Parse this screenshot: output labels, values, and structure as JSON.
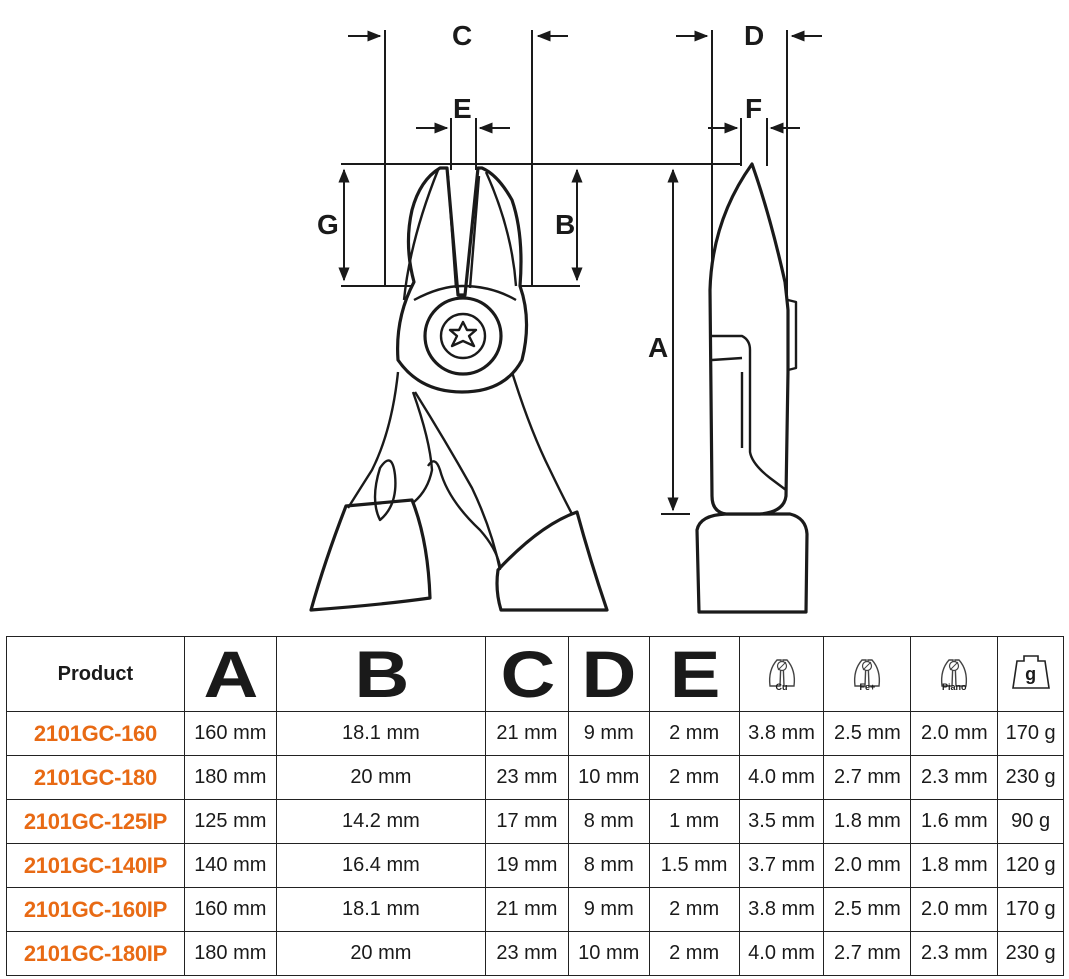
{
  "dimension_labels": {
    "A": "A",
    "B": "B",
    "C": "C",
    "D": "D",
    "E": "E",
    "F": "F",
    "G": "G"
  },
  "table": {
    "headers": {
      "product": "Product",
      "A": "A",
      "B": "B",
      "C": "C",
      "D": "D",
      "E": "E",
      "cu_icon": "cutting-copper-wire-icon",
      "cu_label": "Cu",
      "fe_icon": "cutting-iron-wire-icon",
      "fe_label": "Fe+",
      "piano_icon": "cutting-piano-wire-icon",
      "piano_label": "Piano",
      "weight_icon": "weight-icon",
      "weight_label": "g"
    },
    "rows": [
      {
        "product": "2101GC-160",
        "A": "160 mm",
        "B": "18.1 mm",
        "C": "21 mm",
        "D": "9 mm",
        "E": "2 mm",
        "cu": "3.8 mm",
        "fe": "2.5 mm",
        "piano": "2.0 mm",
        "weight": "170 g"
      },
      {
        "product": "2101GC-180",
        "A": "180 mm",
        "B": "20 mm",
        "C": "23 mm",
        "D": "10 mm",
        "E": "2 mm",
        "cu": "4.0 mm",
        "fe": "2.7 mm",
        "piano": "2.3 mm",
        "weight": "230 g"
      },
      {
        "product": "2101GC-125IP",
        "A": "125 mm",
        "B": "14.2 mm",
        "C": "17 mm",
        "D": "8 mm",
        "E": "1 mm",
        "cu": "3.5 mm",
        "fe": "1.8 mm",
        "piano": "1.6 mm",
        "weight": "90 g"
      },
      {
        "product": "2101GC-140IP",
        "A": "140 mm",
        "B": "16.4 mm",
        "C": "19 mm",
        "D": "8 mm",
        "E": "1.5 mm",
        "cu": "3.7 mm",
        "fe": "2.0 mm",
        "piano": "1.8 mm",
        "weight": "120 g"
      },
      {
        "product": "2101GC-160IP",
        "A": "160 mm",
        "B": "18.1 mm",
        "C": "21 mm",
        "D": "9 mm",
        "E": "2 mm",
        "cu": "3.8 mm",
        "fe": "2.5 mm",
        "piano": "2.0 mm",
        "weight": "170 g"
      },
      {
        "product": "2101GC-180IP",
        "A": "180 mm",
        "B": "20 mm",
        "C": "23 mm",
        "D": "10 mm",
        "E": "2 mm",
        "cu": "4.0 mm",
        "fe": "2.7 mm",
        "piano": "2.3 mm",
        "weight": "230 g"
      }
    ]
  },
  "colors": {
    "product_code": "#e86a14",
    "line": "#1a1a1a"
  }
}
